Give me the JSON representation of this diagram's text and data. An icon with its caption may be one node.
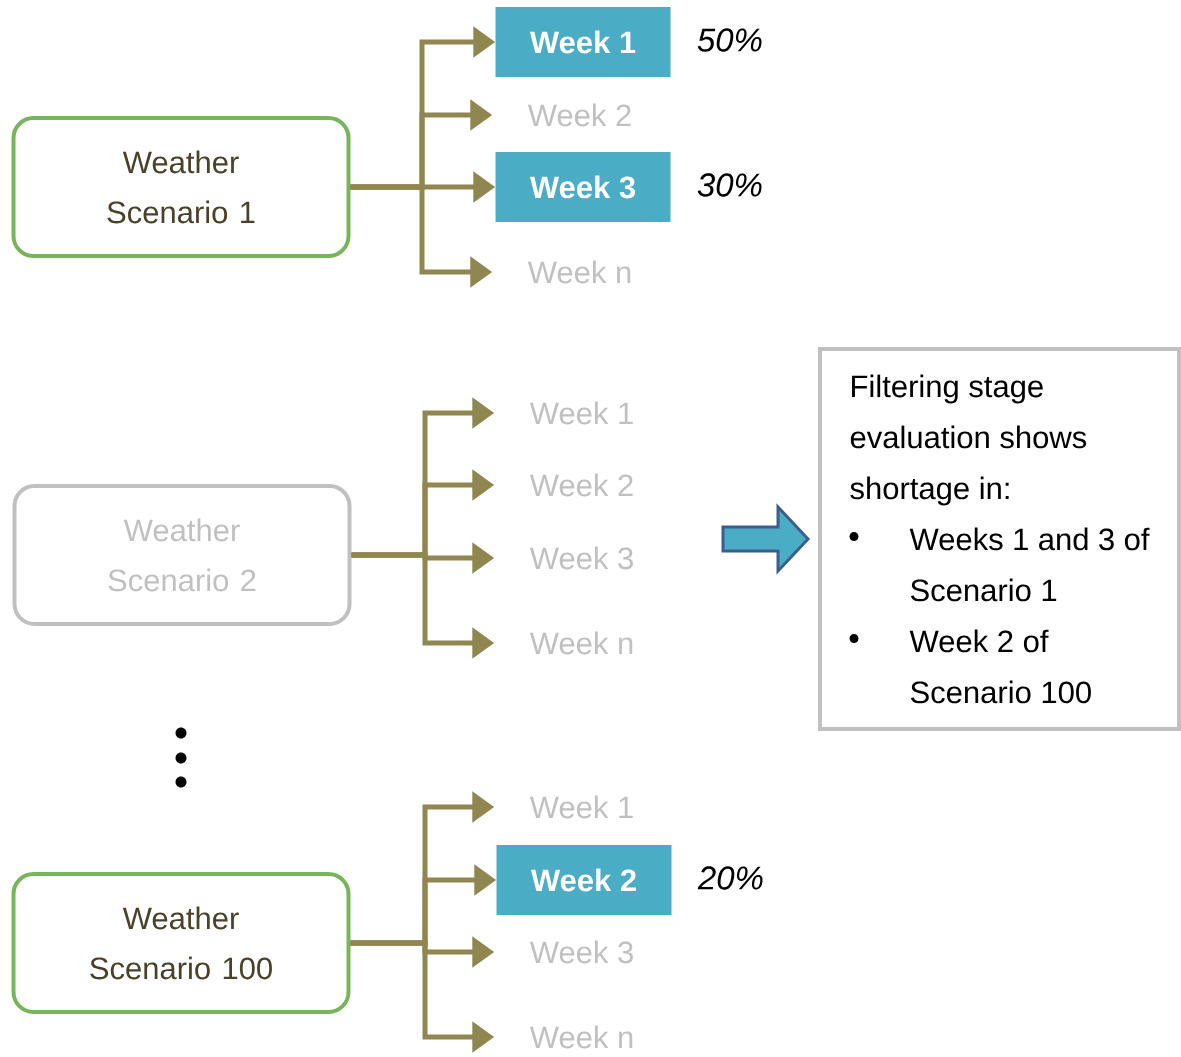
{
  "diagram": {
    "nodes": [
      {
        "text": [
          "Weather Scenario 1"
        ]
      },
      {
        "text": [
          "Week 1"
        ],
        "beside": [
          "50%"
        ]
      },
      {
        "text": [
          "Week 2"
        ]
      },
      {
        "text": [
          "Week 3"
        ],
        "beside": [
          "30%"
        ]
      },
      {
        "text": [
          "Week n"
        ]
      },
      {
        "text": [
          "Weather Scenario 2"
        ]
      },
      {
        "text": [
          "Week 1"
        ]
      },
      {
        "text": [
          "Week 2"
        ]
      },
      {
        "text": [
          "Week 3"
        ]
      },
      {
        "text": [
          "Week n"
        ]
      },
      {
        "text": [
          "Weather Scenario 100"
        ]
      },
      {
        "text": [
          "Week 1"
        ]
      },
      {
        "text": [
          "Week 2"
        ],
        "beside": [
          "20%"
        ]
      },
      {
        "text": [
          "Week 3"
        ]
      },
      {
        "text": [
          "Week n"
        ]
      },
      {
        "text": [
          "Filtering stage evaluation shows shortage in:",
          "Weeks 1 and 3 of Scenario 1",
          "Week 2 of Scenario 100"
        ]
      }
    ],
    "edges": [
      {
        "from": 0,
        "to": 1,
        "arrow": "to"
      },
      {
        "from": 0,
        "to": 2,
        "arrow": "to"
      },
      {
        "from": 0,
        "to": 3,
        "arrow": "to"
      },
      {
        "from": 0,
        "to": 4,
        "arrow": "to"
      },
      {
        "from": 5,
        "to": 6,
        "arrow": "to"
      },
      {
        "from": 5,
        "to": 7,
        "arrow": "to"
      },
      {
        "from": 5,
        "to": 8,
        "arrow": "to"
      },
      {
        "from": 5,
        "to": 9,
        "arrow": "to"
      },
      {
        "from": 10,
        "to": 11,
        "arrow": "to"
      },
      {
        "from": 10,
        "to": 12,
        "arrow": "to"
      },
      {
        "from": 10,
        "to": 13,
        "arrow": "to"
      },
      {
        "from": 10,
        "to": 14,
        "arrow": "to"
      },
      {
        "from": null,
        "to": 15,
        "arrow": "to"
      }
    ]
  }
}
